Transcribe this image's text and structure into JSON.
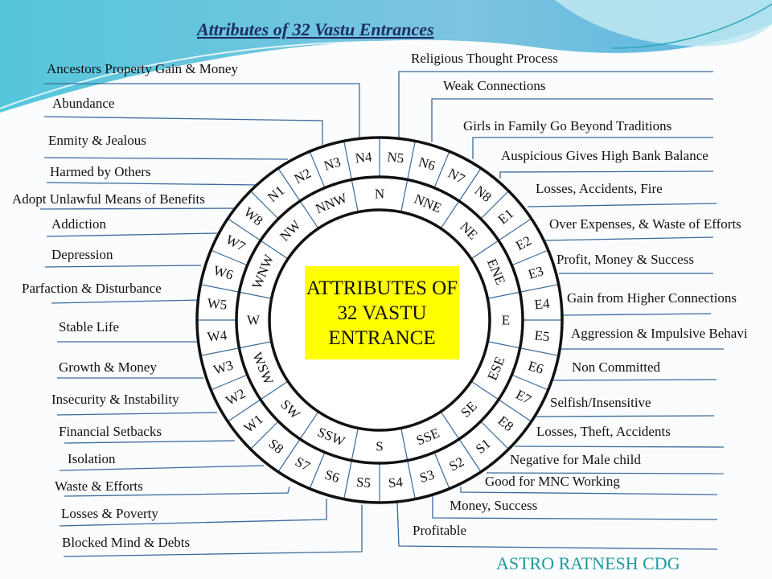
{
  "title": "Attributes of 32 Vastu Entrances",
  "center_label": "ATTRIBUTES OF 32 VASTU ENTRANCE",
  "brand": "ASTRO RATNESH CDG",
  "colors": {
    "leader_line": "#3a6a9c",
    "center_box": "#ffff00",
    "title": "#1c2c68",
    "brand": "#1e9aa0"
  },
  "outer_ring": [
    "N5",
    "N6",
    "N7",
    "N8",
    "E1",
    "E2",
    "E3",
    "E4",
    "E5",
    "E6",
    "E7",
    "E8",
    "S1",
    "S2",
    "S3",
    "S4",
    "S5",
    "S6",
    "S7",
    "S8",
    "W1",
    "W2",
    "W3",
    "W4",
    "W5",
    "W6",
    "W7",
    "W8",
    "N1",
    "N2",
    "N3",
    "N4"
  ],
  "inner_ring": [
    "N",
    "NNE",
    "NE",
    "ENE",
    "E",
    "ESE",
    "SE",
    "SSE",
    "S",
    "SSW",
    "SW",
    "WSW",
    "W",
    "WNW",
    "NW",
    "NNW"
  ],
  "left_attributes": [
    "Ancestors Property Gain & Money",
    "Abundance",
    "Enmity & Jealous",
    "Harmed by Others",
    "Adopt Unlawful Means of Benefits",
    "Addiction",
    "Depression",
    "Parfaction & Disturbance",
    "Stable Life",
    "Growth & Money",
    "Insecurity & Instability",
    "Financial Setbacks",
    "Isolation",
    "Waste & Efforts",
    "Losses & Poverty",
    "Blocked Mind & Debts"
  ],
  "right_attributes": [
    "Religious Thought Process",
    "Weak Connections",
    "Girls in Family Go Beyond Traditions",
    "Auspicious Gives High Bank Balance",
    "Losses, Accidents, Fire",
    "Over Expenses, & Waste of Efforts",
    "Profit, Money & Success",
    "Gain from Higher Connections",
    "Aggression & Impulsive Behavi",
    "Non Committed",
    "Selfish/Insensitive",
    "Losses, Theft, Accidents",
    "Negative for Male child",
    "Good for MNC Working",
    "Money, Success",
    "Profitable"
  ]
}
